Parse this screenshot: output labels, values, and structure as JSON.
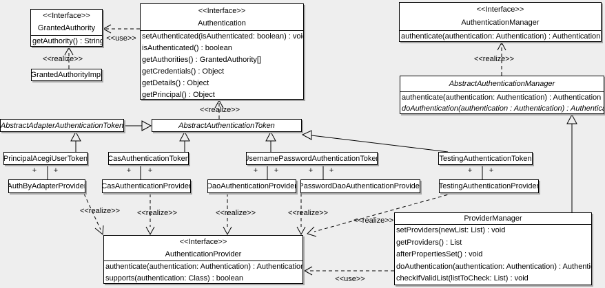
{
  "diagram": {
    "background_color": "#eeeeee",
    "box_fill": "#ffffff",
    "line_color": "#000000"
  },
  "labels": {
    "use": "<<use>>",
    "realize": "<<realize>>",
    "plus": "+"
  },
  "classes": {
    "granted_authority": {
      "stereotype": "<<Interface>>",
      "name": "GrantedAuthority",
      "methods": [
        "getAuthority() : String"
      ]
    },
    "granted_authority_impl": {
      "name": "GrantedAuthorityImpl"
    },
    "authentication": {
      "stereotype": "<<Interface>>",
      "name": "Authentication",
      "methods": [
        "setAuthenticated(isAuthenticated: boolean) : void",
        "isAuthenticated() : boolean",
        "getAuthorities() : GrantedAuthority[]",
        "getCredentials() : Object",
        "getDetails() : Object",
        "getPrincipal() : Object"
      ]
    },
    "authentication_manager": {
      "stereotype": "<<Interface>>",
      "name": "AuthenticationManager",
      "methods": [
        "authenticate(authentication: Authentication) : Authentication"
      ]
    },
    "abstract_authentication_manager": {
      "name": "AbstractAuthenticationManager",
      "methods": [
        "authenticate(authentication: Authentication) : Authentication",
        "doAuthentication(authentication : Authentication) : Authentication"
      ]
    },
    "abstract_adapter_authentication_token": {
      "name": "AbstractAdapterAuthenticationToken"
    },
    "abstract_authentication_token": {
      "name": "AbstractAuthenticationToken"
    },
    "principal_acegi_user_token": {
      "name": "PrincipalAcegiUserToken"
    },
    "cas_authentication_token": {
      "name": "CasAuthenticationToken"
    },
    "username_password_authentication_token": {
      "name": "UsernamePasswordAuthenticationToken"
    },
    "testing_authentication_token": {
      "name": "TestingAuthenticationToken"
    },
    "auth_by_adapter_provider": {
      "name": "AuthByAdapterProvider"
    },
    "cas_authentication_provider": {
      "name": "CasAuthenticationProvider"
    },
    "dao_authentication_provider": {
      "name": "DaoAuthenticationProvider"
    },
    "password_dao_authentication_provider": {
      "name": "PasswordDaoAuthenticationProvider"
    },
    "testing_authentication_provider": {
      "name": "TestingAuthenticationProvider"
    },
    "authentication_provider": {
      "stereotype": "<<Interface>>",
      "name": "AuthenticationProvider",
      "methods": [
        "authenticate(authentication: Authentication) : Authentication",
        "supports(authentication: Class) : boolean"
      ]
    },
    "provider_manager": {
      "name": "ProviderManager",
      "methods": [
        "setProviders(newList: List) : void",
        "getProviders() : List",
        "afterPropertiesSet() : void",
        "doAuthentication(authentication: Authentication) : Authentication",
        "checkIfValidList(listToCheck: List) : void"
      ]
    }
  }
}
